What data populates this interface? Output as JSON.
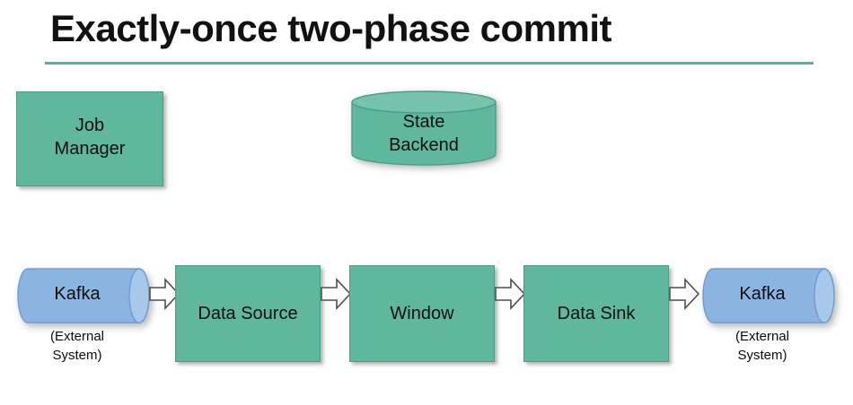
{
  "slide": {
    "title": "Exactly-once two-phase commit",
    "accent_color": "#4fb49a",
    "process_fill": "#5fb89e",
    "process_stroke": "#4a9d85",
    "external_fill": "#8cb4e0",
    "external_stroke": "#6f9cd0",
    "arrow_fill": "#ffffff",
    "arrow_stroke": "#4f4f4f",
    "text_color": "#0d0d0d",
    "background": "#ffffff"
  },
  "nodes": {
    "job_manager": {
      "label": "Job\nManager",
      "type": "process-box"
    },
    "state_backend": {
      "label": "State\nBackend",
      "type": "cylinder-vertical"
    },
    "kafka_source": {
      "label": "Kafka",
      "caption": "(External\nSystem)",
      "type": "cylinder-horizontal"
    },
    "data_source": {
      "label": "Data Source",
      "type": "process-box"
    },
    "window": {
      "label": "Window",
      "type": "process-box"
    },
    "data_sink": {
      "label": "Data Sink",
      "type": "process-box"
    },
    "kafka_sink": {
      "label": "Kafka",
      "caption": "(External\nSystem)",
      "type": "cylinder-horizontal"
    }
  },
  "flow": {
    "arrows": [
      {
        "from": "kafka_source",
        "to": "data_source"
      },
      {
        "from": "data_source",
        "to": "window"
      },
      {
        "from": "window",
        "to": "data_sink"
      },
      {
        "from": "data_sink",
        "to": "kafka_sink"
      }
    ]
  }
}
